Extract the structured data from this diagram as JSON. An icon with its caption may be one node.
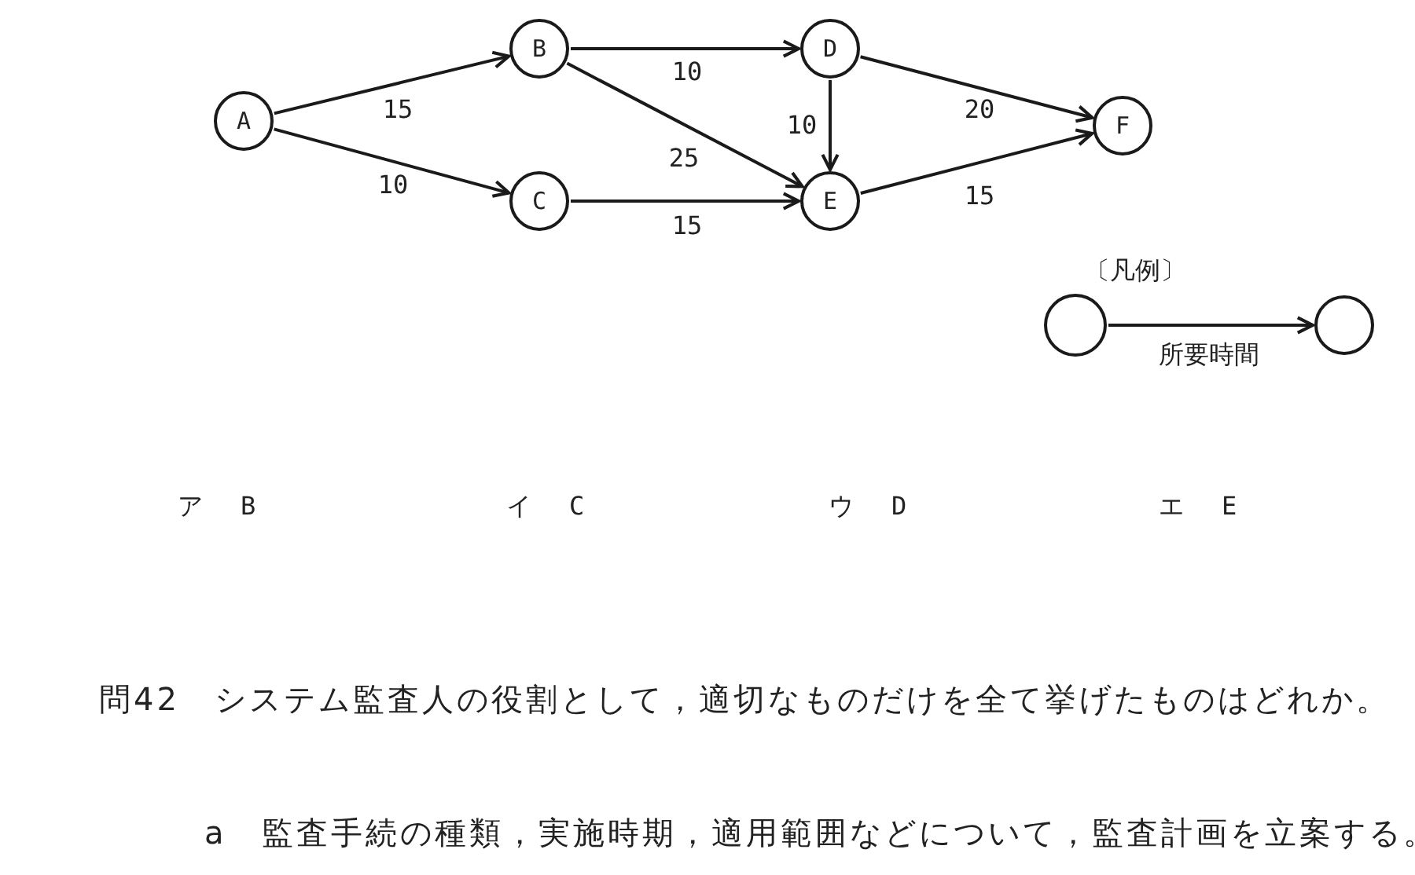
{
  "diagram": {
    "nodes": [
      {
        "text": [
          "A"
        ]
      },
      {
        "text": [
          "B"
        ]
      },
      {
        "text": [
          "C"
        ]
      },
      {
        "text": [
          "D"
        ]
      },
      {
        "text": [
          "E"
        ]
      },
      {
        "text": [
          "F"
        ]
      },
      {
        "text": [],
        "shape": "circle"
      },
      {
        "text": [],
        "shape": "circle"
      }
    ],
    "edges": [
      {
        "from": 0,
        "to": 1,
        "arrow": "to",
        "label": "15"
      },
      {
        "from": 0,
        "to": 2,
        "arrow": "to",
        "label": "10"
      },
      {
        "from": 1,
        "to": 3,
        "arrow": "to",
        "label": "10"
      },
      {
        "from": 1,
        "to": 4,
        "arrow": "to",
        "label": "25"
      },
      {
        "from": 2,
        "to": 4,
        "arrow": "to",
        "label": "15"
      },
      {
        "from": 3,
        "to": 4,
        "arrow": "to",
        "label": "10"
      },
      {
        "from": 3,
        "to": 5,
        "arrow": "to",
        "label": "20"
      },
      {
        "from": 4,
        "to": 5,
        "arrow": "to",
        "label": "15"
      },
      {
        "from": 6,
        "to": 7,
        "arrow": "to",
        "label": "所要時間"
      }
    ],
    "labels": [
      "〔凡例〕",
      "ア　B",
      "イ　C",
      "ウ　D",
      "エ　E",
      "問42　システム監査人の役割として，適切なものだけを全て挙げたものはどれか。",
      "a　監査手続の種類，実施時期，適用範囲などについて，監査計画を立案する。"
    ]
  }
}
